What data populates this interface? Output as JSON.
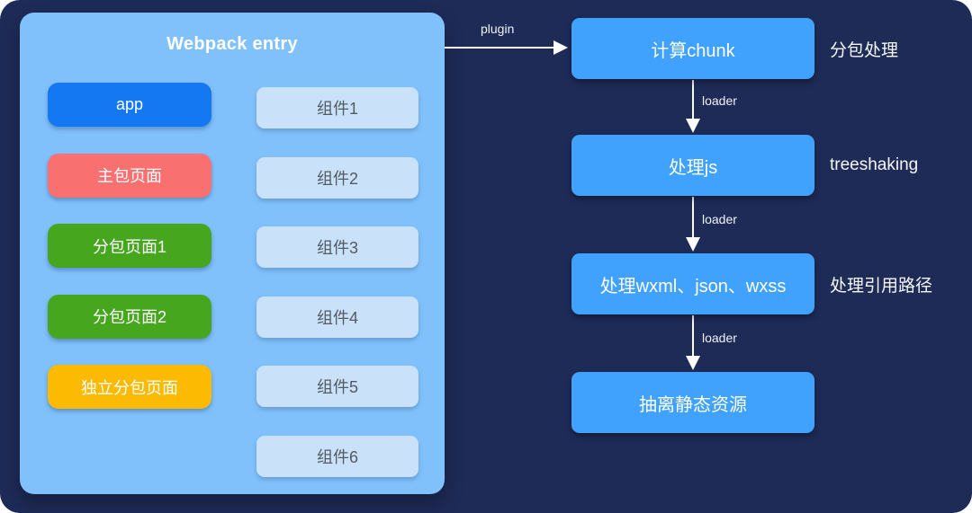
{
  "colors": {
    "background_navy": "#1e2b57",
    "panel_light_blue": "#80c1fb",
    "app_blue": "#1378f2",
    "main_package_red": "#f87070",
    "subpackage_green": "#46a71f",
    "independent_package_yellow": "#fdba02",
    "component_light": "#c9e2fa",
    "component_text": "#545a62",
    "flow_box_blue": "#40a2fd",
    "arrow_white": "#fcfcfc"
  },
  "entry": {
    "title": "Webpack entry",
    "pages": [
      {
        "label": "app",
        "color": "#1378f2"
      },
      {
        "label": "主包页面",
        "color": "#f87070"
      },
      {
        "label": "分包页面1",
        "color": "#46a71f"
      },
      {
        "label": "分包页面2",
        "color": "#46a71f"
      },
      {
        "label": "独立分包页面",
        "color": "#fdba02"
      }
    ],
    "components": [
      {
        "label": "组件1"
      },
      {
        "label": "组件2"
      },
      {
        "label": "组件3"
      },
      {
        "label": "组件4"
      },
      {
        "label": "组件5"
      },
      {
        "label": "组件6"
      }
    ]
  },
  "flow": {
    "entry_edge_label": "plugin",
    "steps": [
      {
        "label": "计算chunk",
        "annotation": "分包处理",
        "incoming_edge": ""
      },
      {
        "label": "处理js",
        "annotation": "treeshaking",
        "incoming_edge": "loader"
      },
      {
        "label": "处理wxml、json、wxss",
        "annotation": "处理引用路径",
        "incoming_edge": "loader"
      },
      {
        "label": "抽离静态资源",
        "annotation": "",
        "incoming_edge": "loader"
      }
    ]
  }
}
